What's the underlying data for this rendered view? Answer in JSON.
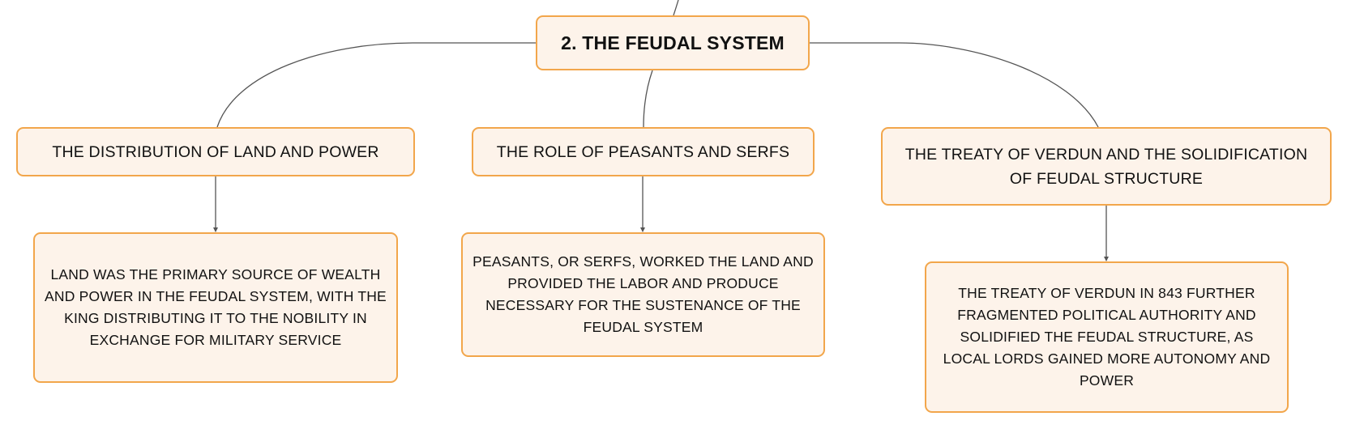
{
  "diagram": {
    "root": {
      "label": "2. THE FEUDAL SYSTEM"
    },
    "branches": [
      {
        "label": "THE DISTRIBUTION OF LAND AND POWER",
        "detail": "LAND WAS THE PRIMARY SOURCE OF WEALTH AND POWER IN THE FEUDAL SYSTEM, WITH THE KING DISTRIBUTING IT TO THE NOBILITY IN EXCHANGE FOR MILITARY SERVICE"
      },
      {
        "label": "THE ROLE OF PEASANTS AND SERFS",
        "detail": "PEASANTS, OR SERFS, WORKED THE LAND AND PROVIDED THE LABOR AND PRODUCE NECESSARY FOR THE SUSTENANCE OF THE FEUDAL SYSTEM"
      },
      {
        "label": "THE TREATY OF VERDUN AND THE SOLIDIFICATION OF FEUDAL STRUCTURE",
        "detail": "THE TREATY OF VERDUN IN 843 FURTHER FRAGMENTED POLITICAL AUTHORITY AND SOLIDIFIED THE FEUDAL STRUCTURE, AS LOCAL LORDS GAINED MORE AUTONOMY AND POWER"
      }
    ]
  },
  "colors": {
    "node_fill": "#fdf3ea",
    "node_border": "#f2a64b",
    "connector": "#555555",
    "text": "#111111"
  }
}
